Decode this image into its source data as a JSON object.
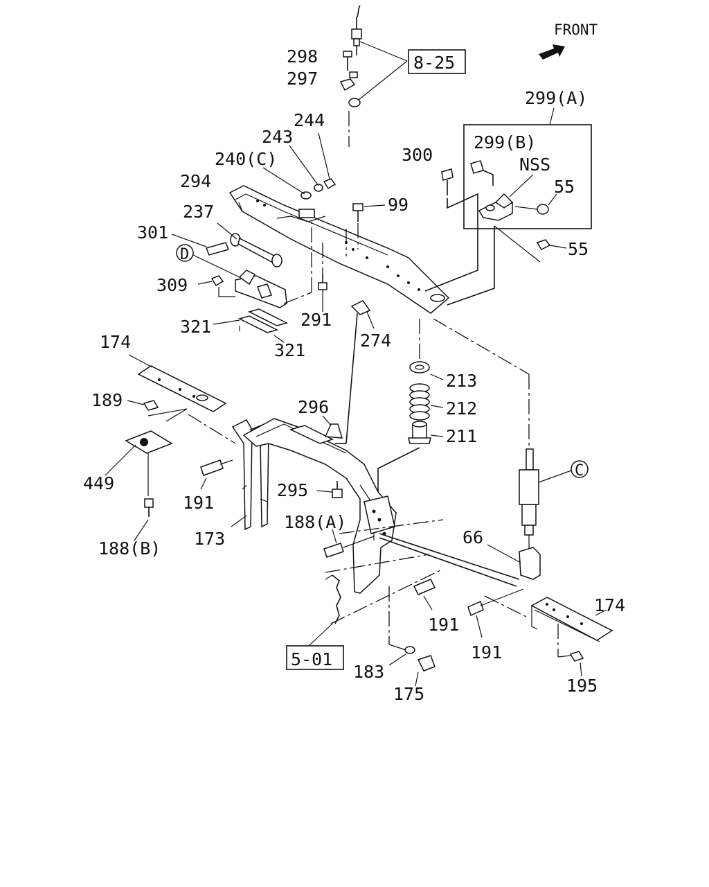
{
  "labels": {
    "front": "FRONT",
    "ref_8_25": "8-25",
    "ref_5_01": "5-01",
    "p298": "298",
    "p297": "297",
    "p244": "244",
    "p243": "243",
    "p240c": "240(C)",
    "p294": "294",
    "p237": "237",
    "p301": "301",
    "callout_d": "D",
    "p309": "309",
    "p291": "291",
    "p321a": "321",
    "p321b": "321",
    "p274": "274",
    "p99": "99",
    "p299a": "299(A)",
    "p299b": "299(B)",
    "p300": "300",
    "nss": "NSS",
    "p55a": "55",
    "p55b": "55",
    "p213": "213",
    "p212": "212",
    "p211": "211",
    "p174a": "174",
    "p189": "189",
    "p449": "449",
    "p188b": "188(B)",
    "p296": "296",
    "p191a": "191",
    "p173": "173",
    "p295": "295",
    "p188a": "188(A)",
    "callout_c": "C",
    "p66": "66",
    "p174b": "174",
    "p191b": "191",
    "p191c": "191",
    "p183": "183",
    "p175": "175",
    "p195": "195"
  }
}
